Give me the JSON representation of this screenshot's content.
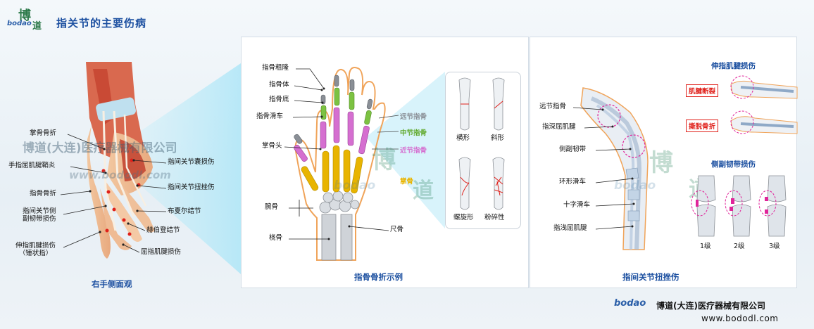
{
  "header": {
    "logo_mark": "博",
    "logo_word": "bodao",
    "logo_mark2": "道",
    "title": "指关节的主要伤病"
  },
  "left_panel": {
    "caption": "右手侧面观",
    "labels": {
      "metacarpal_fracture": "掌骨骨折",
      "flexor_tenosynovitis": "手指屈肌腱鞘炎",
      "phalanx_fracture": "指骨骨折",
      "collateral_injury": "指间关节侧\n副韧带损伤",
      "extensor_injury": "伸指肌腱损伤\n（锤状指）",
      "capsule_injury": "指间关节囊损伤",
      "sprain": "指间关节扭挫伤",
      "bouchard": "布夏尔结节",
      "heberden": "赫伯登结节",
      "flexor_injury": "屈指肌腱损伤"
    }
  },
  "watermark": {
    "text": "博道(大连)医疗器械有限公司",
    "url": "www.bododl.com",
    "brand_cn": "博",
    "brand_cn2": "道",
    "brand_en": "bodao"
  },
  "middle_panel": {
    "caption": "指骨骨折示例",
    "labels": {
      "tuberosity": "指骨粗隆",
      "body": "指骨体",
      "base": "指骨底",
      "trochlea": "指骨滑车",
      "head": "掌骨头",
      "carpal": "腕骨",
      "radius": "桡骨",
      "ulna": "尺骨"
    },
    "phalanx_legend": [
      {
        "label": "远节指骨",
        "color": "#8a8f96"
      },
      {
        "label": "中节指骨",
        "color": "#7cc242"
      },
      {
        "label": "近节指骨",
        "color": "#d56fd0"
      },
      {
        "label": "掌骨",
        "color": "#e8b400"
      }
    ],
    "fracture_types": [
      "横形",
      "斜形",
      "螺旋形",
      "粉碎性"
    ]
  },
  "right_panel": {
    "caption": "指间关节扭挫伤",
    "labels": {
      "distal": "远节指骨",
      "fds": "指深屈肌腱",
      "collateral": "侧副韧带",
      "annular": "环形滑车",
      "cruciate": "十字滑车",
      "fdp": "指浅屈肌腱"
    },
    "extensor_title": "伸指肌腱损伤",
    "rupture": "肌腱断裂",
    "avulsion": "撕脱骨折",
    "collateral_title": "侧副韧带损伤",
    "grades": [
      "1级",
      "2级",
      "3级"
    ]
  },
  "footer": {
    "logo": "bodao",
    "company": "博道(大连)医疗器械有限公司",
    "url": "www.bododl.com"
  },
  "colors": {
    "title": "#1b4fa0",
    "distal": "#8a8f96",
    "middle": "#7cc242",
    "proximal": "#d56fd0",
    "metacarpal": "#e8b400",
    "injury": "#e0201a",
    "highlight": "#e0249a"
  }
}
